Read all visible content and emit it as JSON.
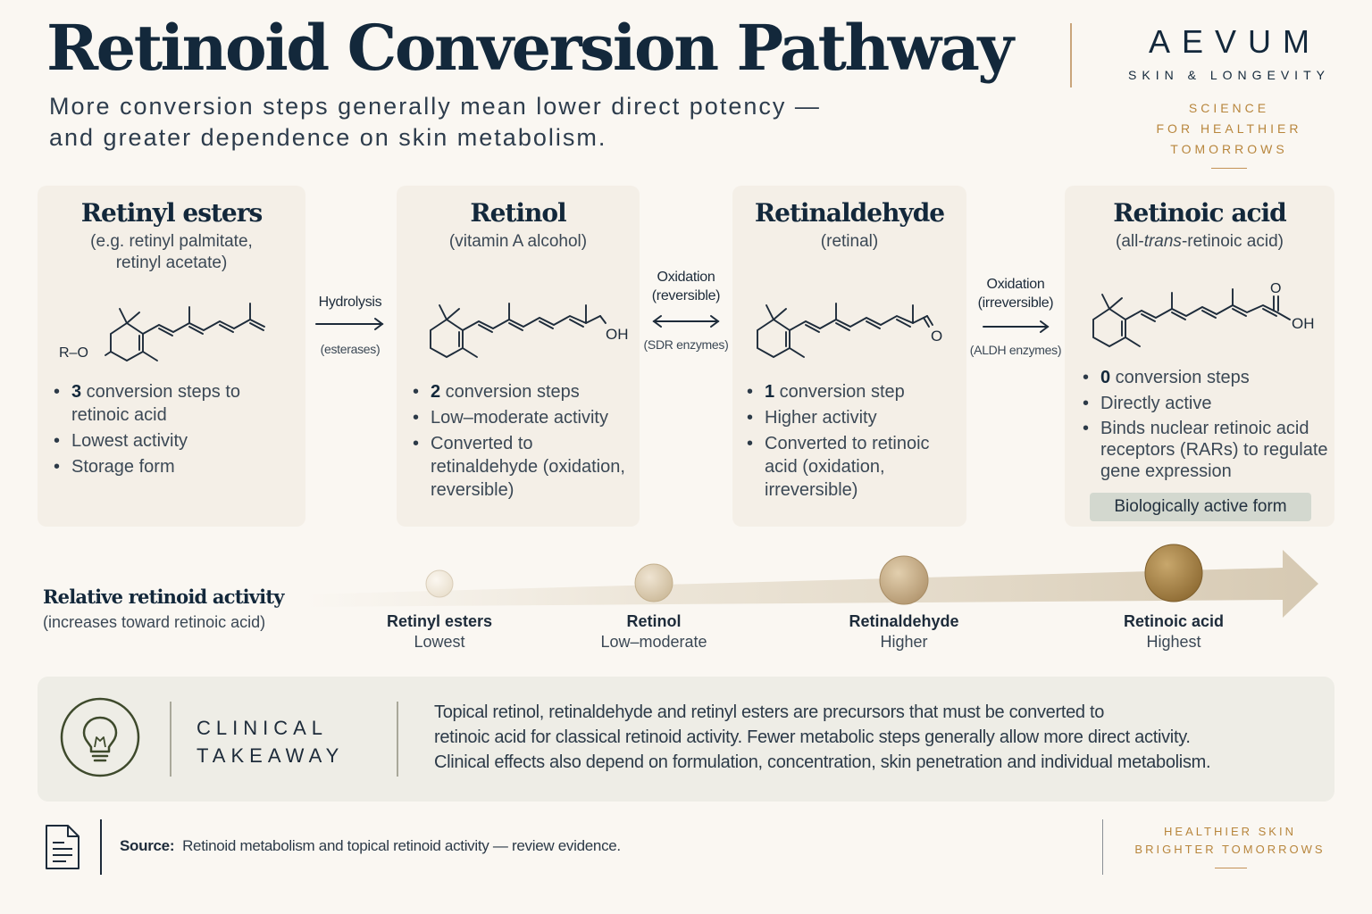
{
  "header": {
    "title": "Retinoid Conversion Pathway",
    "subtitle": "More conversion steps generally mean lower direct potency — and greater dependence on skin metabolism."
  },
  "brand": {
    "name": "AEVUM",
    "sub": "SKIN & LONGEVITY",
    "tagline": [
      "SCIENCE",
      "FOR HEALTHIER",
      "TOMORROWS"
    ]
  },
  "compounds": [
    {
      "name": "Retinyl esters",
      "alt": [
        "(e.g. retinyl palmitate,",
        "retinyl acetate)"
      ],
      "group_label": "R–O",
      "facts": [
        {
          "bold": "3",
          "text": " conversion steps to retinoic acid"
        },
        {
          "bold": "",
          "text": "Lowest activity"
        },
        {
          "bold": "",
          "text": "Storage form"
        }
      ]
    },
    {
      "name": "Retinol",
      "alt": [
        "(vitamin A alcohol)"
      ],
      "group_label": "OH",
      "facts": [
        {
          "bold": "2",
          "text": " conversion steps"
        },
        {
          "bold": "",
          "text": "Low–moderate activity"
        },
        {
          "bold": "",
          "text": "Converted to retinaldehyde (oxidation, reversible)"
        }
      ]
    },
    {
      "name": "Retinaldehyde",
      "alt": [
        "(retinal)"
      ],
      "group_label": "O",
      "facts": [
        {
          "bold": "1",
          "text": " conversion step"
        },
        {
          "bold": "",
          "text": "Higher activity"
        },
        {
          "bold": "",
          "text": "Converted to retinoic acid (oxidation, irreversible)"
        }
      ]
    },
    {
      "name": "Retinoic acid",
      "alt_pre": "(all-",
      "alt_em": "trans",
      "alt_post": "-retinoic acid)",
      "group_label_o": "O",
      "group_label_oh": "OH",
      "facts": [
        {
          "bold": "0",
          "text": " conversion steps"
        },
        {
          "bold": "",
          "text": "Directly active"
        },
        {
          "bold": "",
          "text": "Binds nuclear retinoic acid receptors (RARs) to regulate gene expression"
        }
      ],
      "badge": "Biologically active form"
    }
  ],
  "steps": [
    {
      "label": [
        "Hydrolysis"
      ],
      "enzyme": "(esterases)",
      "direction": "forward"
    },
    {
      "label": [
        "Oxidation",
        "(reversible)"
      ],
      "enzyme": "(SDR enzymes)",
      "direction": "both"
    },
    {
      "label": [
        "Oxidation",
        "(irreversible)"
      ],
      "enzyme": "(ALDH enzymes)",
      "direction": "forward"
    }
  ],
  "activity_scale": {
    "title": "Relative retinoid activity",
    "subtitle": "(increases toward retinoic acid)",
    "stages": [
      {
        "name": "Retinyl esters",
        "level": "Lowest",
        "rank": 1,
        "color": "#efe7da"
      },
      {
        "name": "Retinol",
        "level": "Low–moderate",
        "rank": 2,
        "color": "#dccdb3"
      },
      {
        "name": "Retinaldehyde",
        "level": "Higher",
        "rank": 3,
        "color": "#c8ae86"
      },
      {
        "name": "Retinoic acid",
        "level": "Highest",
        "rank": 4,
        "color": "#a98545"
      }
    ]
  },
  "takeaway": {
    "title": [
      "CLINICAL",
      "TAKEAWAY"
    ],
    "lines": [
      "Topical retinol, retinaldehyde and retinyl esters are precursors that must be converted to",
      "retinoic acid for classical retinoid activity. Fewer metabolic steps generally allow more direct activity.",
      "Clinical effects also depend on formulation, concentration, skin penetration and individual metabolism."
    ]
  },
  "footer": {
    "source_label": "Source:",
    "source_text": "Retinoid metabolism and topical retinoid activity — review evidence.",
    "tagline": [
      "HEALTHIER SKIN",
      "BRIGHTER TOMORROWS"
    ]
  },
  "colors": {
    "navy": "#13283b",
    "gold": "#b8863d",
    "card": "#f4efe7",
    "badge": "#d3d8cf",
    "background": "#faf7f2"
  }
}
